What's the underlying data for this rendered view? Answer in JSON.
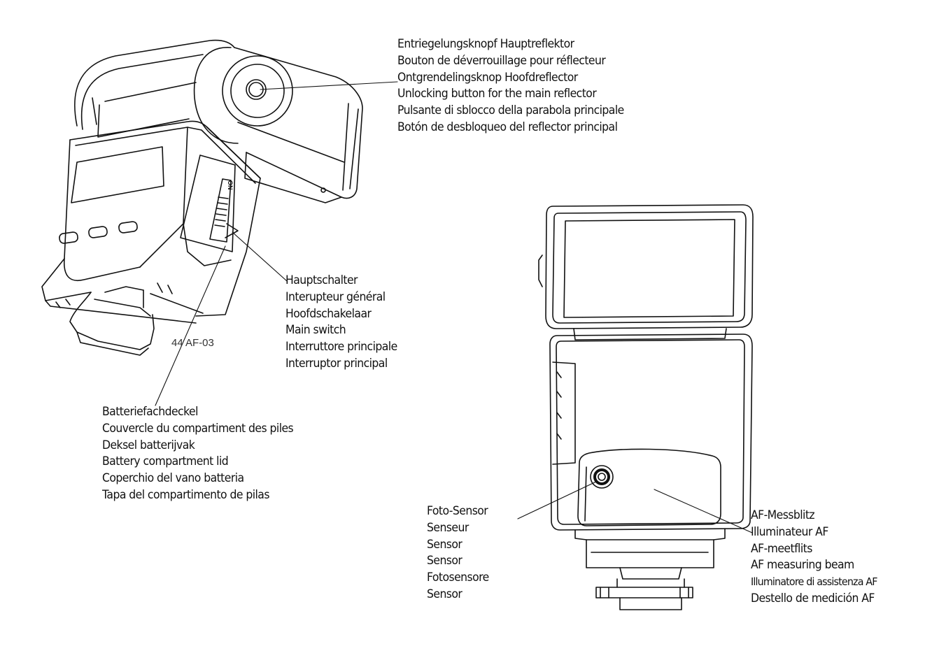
{
  "labels": {
    "main_reflector_unlock": [
      "Entriegelungsknopf Hauptreflektor",
      "Bouton de déverrouillage pour réflecteur",
      "Ontgrendelingsknop Hoofdreflector",
      "Unlocking button for the main reflector",
      "Pulsante di sblocco della parabola principale",
      "Botón de desbloqueo del reflector principal"
    ],
    "main_switch": [
      "Hauptschalter",
      "Interupteur général",
      "Hoofdschakelaar",
      "Main switch",
      "Interruttore principale",
      "Interruptor principal"
    ],
    "battery_lid": [
      "Batteriefachdeckel",
      "Couvercle du compartiment des piles",
      "Deksel batterijvak",
      "Battery compartment lid",
      "Coperchio del vano batteria",
      "Tapa del compartimento de pilas"
    ],
    "photo_sensor": [
      "Foto-Sensor",
      "Senseur",
      "Sensor",
      "Sensor",
      "Fotosensore",
      "Sensor"
    ],
    "af_beam": [
      "AF-Messblitz",
      "Illuminateur AF",
      "AF-meetflits",
      "AF measuring beam",
      "Illuminatore di assistenza AF",
      "Destello de medición AF"
    ]
  },
  "model_code": "44 AF-03",
  "switch_marking": "ON"
}
